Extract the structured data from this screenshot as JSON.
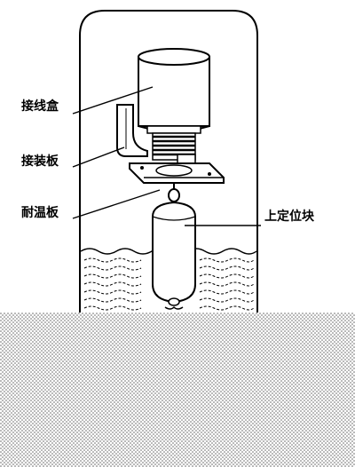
{
  "labels": {
    "junction_box": "接线盒",
    "mounting_plate": "接装板",
    "heat_resistant_plate": "耐温板",
    "upper_positioning_block": "上定位块"
  }
}
